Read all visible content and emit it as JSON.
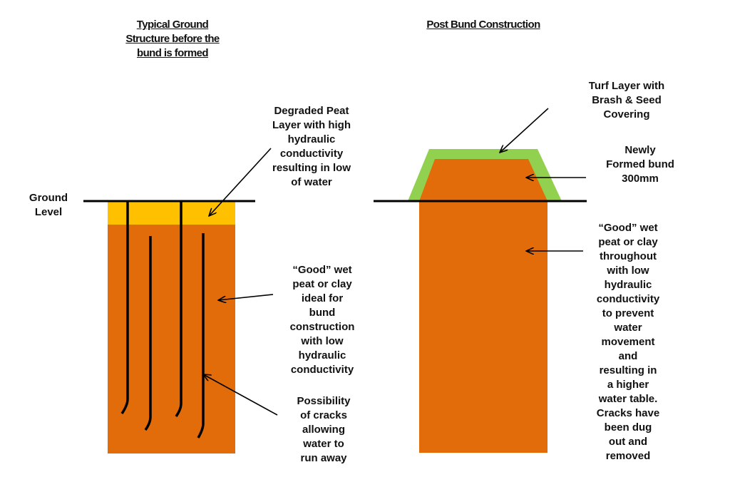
{
  "left": {
    "title": [
      "Typical Ground",
      "Structure before the",
      "bund is formed"
    ],
    "ground_label": [
      "Ground",
      "Level"
    ],
    "degraded_label": [
      "Degraded Peat",
      "Layer with high",
      "hydraulic",
      "conductivity",
      "resulting in low",
      "of water"
    ],
    "good_label": [
      "“Good” wet",
      "peat or clay",
      "ideal for",
      "bund",
      "construction",
      "with low",
      "hydraulic",
      "conductivity"
    ],
    "cracks_label": [
      "Possibility",
      "of cracks",
      "allowing",
      "water to",
      "run away"
    ]
  },
  "right": {
    "title": [
      "Post Bund Construction"
    ],
    "turf_label": [
      "Turf Layer with",
      "Brash & Seed",
      "Covering"
    ],
    "bund_label": [
      "Newly",
      "Formed bund",
      "300mm"
    ],
    "good_label": [
      "“Good” wet",
      "peat or clay",
      "throughout",
      "with low",
      "hydraulic",
      "conductivity",
      "to prevent",
      "water",
      "movement",
      "and",
      "resulting in",
      "a higher",
      "water table.",
      "Cracks have",
      "been dug",
      "out and",
      "removed"
    ]
  },
  "colors": {
    "peat_good": "#E36C0A",
    "peat_degraded": "#FFC000",
    "turf": "#92D050",
    "line": "#000000"
  }
}
